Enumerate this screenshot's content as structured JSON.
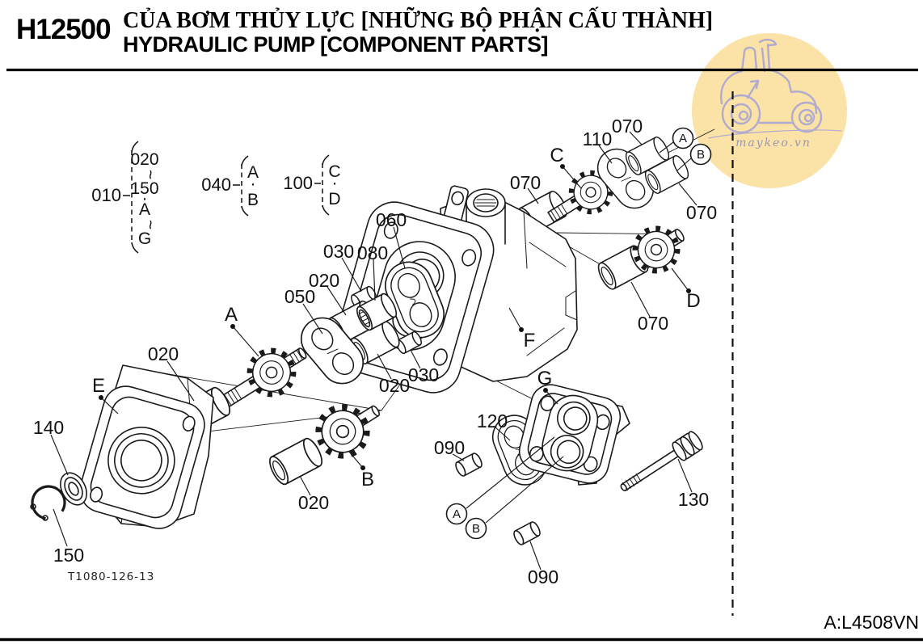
{
  "header": {
    "code": "H12500",
    "title_vi": "CỦA BƠM THỦY LỰC [NHỮNG BỘ PHẬN CẤU THÀNH]",
    "title_en": "HYDRAULIC PUMP [COMPONENT PARTS]"
  },
  "legend": {
    "g1_label": "010",
    "g1_items": [
      "020",
      "~",
      "150",
      "·",
      "A",
      "~",
      "G"
    ],
    "g2_label": "040",
    "g2_items": [
      "A",
      "·",
      "B"
    ],
    "g3_label": "100",
    "g3_items": [
      "C",
      "·",
      "D"
    ]
  },
  "callouts": [
    "070",
    "C",
    "110",
    "070",
    "A",
    "B",
    "070",
    "060",
    "030",
    "080",
    "020",
    "050",
    "A",
    "020",
    "E",
    "140",
    "150",
    "020",
    "B",
    "020",
    "030",
    "F",
    "G",
    "120",
    "090",
    "A",
    "B",
    "090",
    "130",
    "D",
    "070"
  ],
  "watermark": {
    "text": "maykeo.vn",
    "circle_color": "#fbe2a6",
    "tractor_color": "#a8a6d4"
  },
  "footer": {
    "drawing_no": "T1080-126-13",
    "page_ref": "A:L4508VN"
  }
}
